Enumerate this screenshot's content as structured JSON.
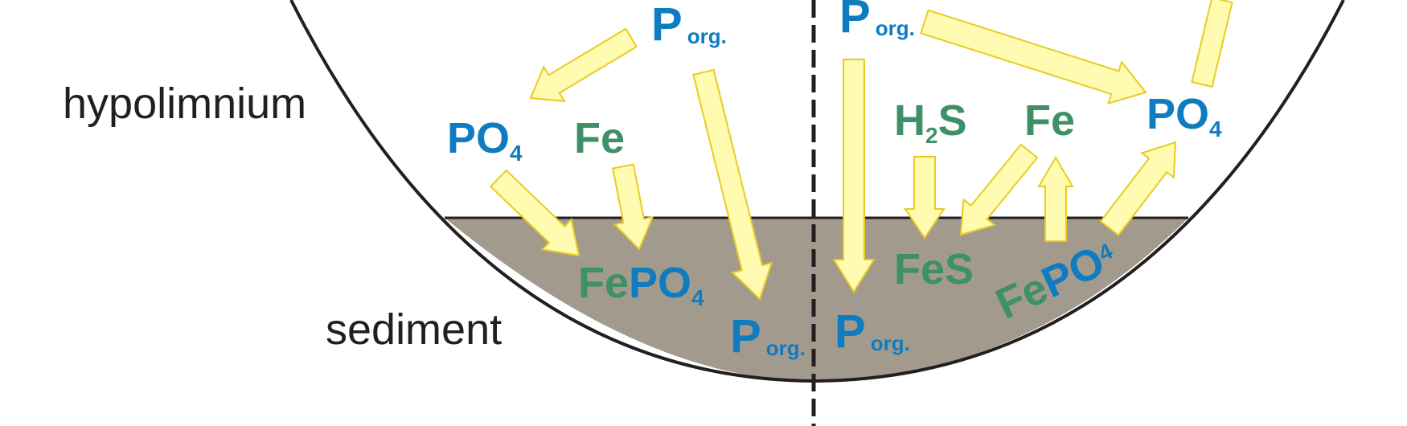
{
  "labels": {
    "hypolimnium": "hypolimnium",
    "sediment": "sediment"
  },
  "chem": {
    "P": "P",
    "org": "org.",
    "PO": "PO",
    "four": "4",
    "Fe": "Fe",
    "H": "H",
    "two": "2",
    "S": "S",
    "FeS": "FeS"
  },
  "colors": {
    "phosphorus_blue": "#0f7cc1",
    "iron_green": "#3f8f67",
    "sediment_fill": "#a39a8e",
    "arrow_fill": "#fffbb0",
    "arrow_stroke": "#e8cc20",
    "outline": "#231f20"
  },
  "icons": {
    "arrow": "block-arrow"
  }
}
